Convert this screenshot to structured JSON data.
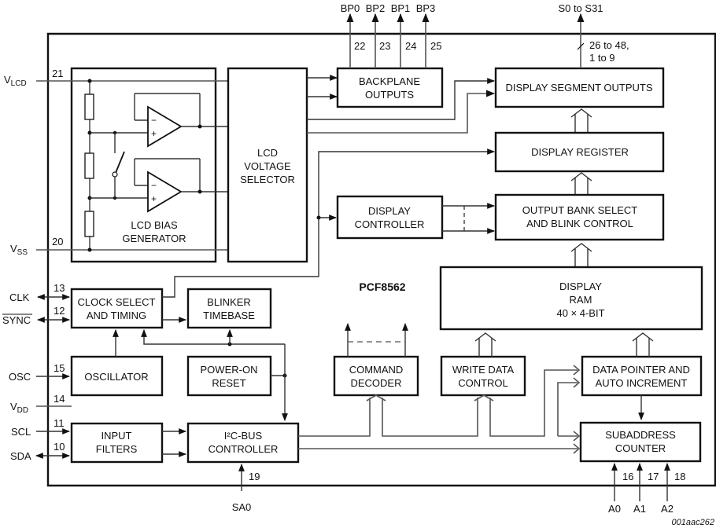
{
  "chip_name": "PCF8562",
  "figure_ref": "001aac262",
  "blocks": {
    "lcd_bias_generator": [
      "LCD BIAS",
      "GENERATOR"
    ],
    "lcd_voltage_selector": [
      "LCD",
      "VOLTAGE",
      "SELECTOR"
    ],
    "backplane_outputs": [
      "BACKPLANE",
      "OUTPUTS"
    ],
    "display_segment_outputs": [
      "DISPLAY SEGMENT OUTPUTS"
    ],
    "display_register": [
      "DISPLAY REGISTER"
    ],
    "display_controller": [
      "DISPLAY",
      "CONTROLLER"
    ],
    "output_bank_select": [
      "OUTPUT BANK SELECT",
      "AND BLINK CONTROL"
    ],
    "display_ram": [
      "DISPLAY",
      "RAM",
      "40 × 4-BIT"
    ],
    "clock_select": [
      "CLOCK SELECT",
      "AND TIMING"
    ],
    "blinker_timebase": [
      "BLINKER",
      "TIMEBASE"
    ],
    "oscillator": [
      "OSCILLATOR"
    ],
    "power_on_reset": [
      "POWER-ON",
      "RESET"
    ],
    "command_decoder": [
      "COMMAND",
      "DECODER"
    ],
    "write_data_control": [
      "WRITE DATA",
      "CONTROL"
    ],
    "data_pointer": [
      "DATA POINTER AND",
      "AUTO INCREMENT"
    ],
    "input_filters": [
      "INPUT",
      "FILTERS"
    ],
    "i2c_bus_controller": [
      "I²C-BUS",
      "CONTROLLER"
    ],
    "subaddress_counter": [
      "SUBADDRESS",
      "COUNTER"
    ]
  },
  "pins": {
    "vlcd": {
      "name": "V",
      "sub": "LCD",
      "num": "21"
    },
    "vss": {
      "name": "V",
      "sub": "SS",
      "num": "20"
    },
    "clk": {
      "name": "CLK",
      "num": "13"
    },
    "sync": {
      "name": "SYNC",
      "num": "12"
    },
    "osc": {
      "name": "OSC",
      "num": "15"
    },
    "vdd": {
      "name": "V",
      "sub": "DD",
      "num": "14"
    },
    "scl": {
      "name": "SCL",
      "num": "11"
    },
    "sda": {
      "name": "SDA",
      "num": "10"
    },
    "sa0": {
      "name": "SA0",
      "num": "19"
    },
    "a0": {
      "name": "A0",
      "num": "16"
    },
    "a1": {
      "name": "A1",
      "num": "17"
    },
    "a2": {
      "name": "A2",
      "num": "18"
    },
    "bp0": {
      "name": "BP0",
      "num": "22"
    },
    "bp2": {
      "name": "BP2",
      "num": "23"
    },
    "bp1": {
      "name": "BP1",
      "num": "24"
    },
    "bp3": {
      "name": "BP3",
      "num": "25"
    },
    "segments": {
      "name": "S0 to S31",
      "num_line1": "26 to 48,",
      "num_line2": "1 to 9"
    }
  },
  "opamp_symbols": {
    "minus": "−",
    "plus": "+"
  }
}
